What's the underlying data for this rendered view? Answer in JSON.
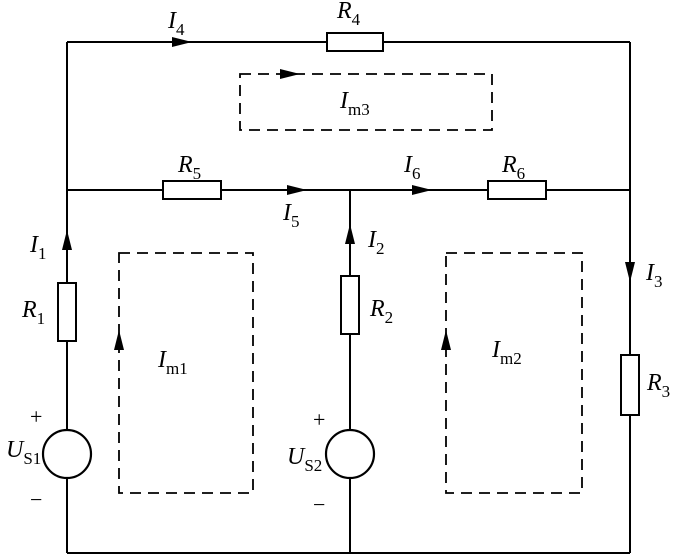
{
  "labels": {
    "I4": {
      "main": "I",
      "sub": "4"
    },
    "R4": {
      "main": "R",
      "sub": "4"
    },
    "Im3": {
      "main": "I",
      "sub": "m3"
    },
    "R5": {
      "main": "R",
      "sub": "5"
    },
    "I6": {
      "main": "I",
      "sub": "6"
    },
    "R6": {
      "main": "R",
      "sub": "6"
    },
    "I5": {
      "main": "I",
      "sub": "5"
    },
    "I1": {
      "main": "I",
      "sub": "1"
    },
    "I2": {
      "main": "I",
      "sub": "2"
    },
    "I3": {
      "main": "I",
      "sub": "3"
    },
    "R1": {
      "main": "R",
      "sub": "1"
    },
    "R2": {
      "main": "R",
      "sub": "2"
    },
    "R3": {
      "main": "R",
      "sub": "3"
    },
    "Im1": {
      "main": "I",
      "sub": "m1"
    },
    "Im2": {
      "main": "I",
      "sub": "m2"
    },
    "US1": {
      "main": "U",
      "sub": "S1"
    },
    "US2": {
      "main": "U",
      "sub": "S2"
    }
  },
  "signs": {
    "plus": "+",
    "minus": "−"
  }
}
